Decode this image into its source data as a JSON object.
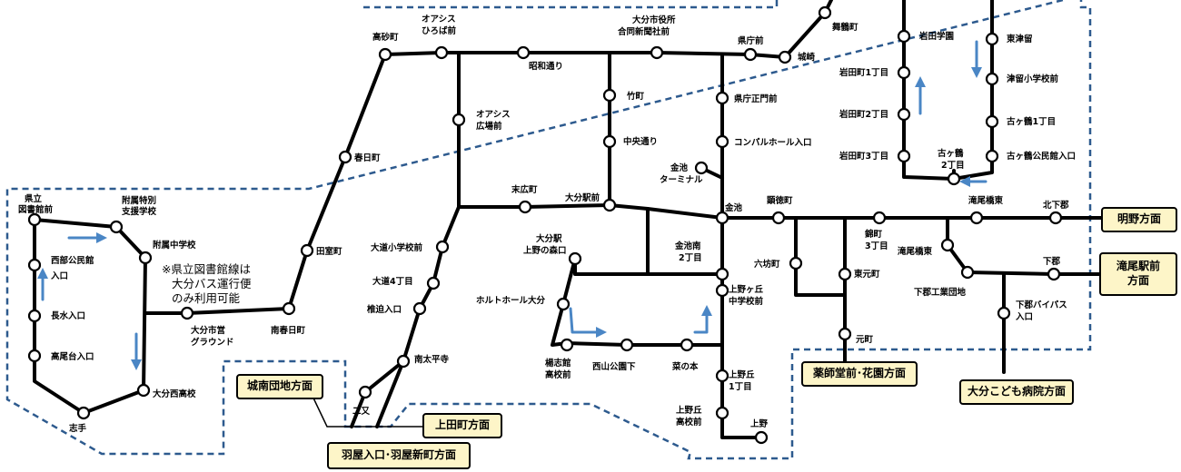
{
  "note_lines": [
    "※県立図書館線は",
    "大分バス運行便",
    "のみ利用可能"
  ],
  "stops": {
    "kenritsu": [
      "県立",
      "図書館前"
    ],
    "fuzoku_tokubetsu": [
      "附属特別",
      "支援学校"
    ],
    "seibu": [
      "西部公民館",
      "入口"
    ],
    "fuzoku_chu": "附属中学校",
    "nagamizu": "長水入口",
    "takaodai": "高尾台入口",
    "oita_nishi": "大分西高校",
    "shite": "志手",
    "shieigrd": [
      "大分市営",
      "グラウンド"
    ],
    "minamikasuga": "南春日町",
    "tamuro": "田室町",
    "kasuga": "春日町",
    "takasago": "高砂町",
    "oasis_hiroba": [
      "オアシス",
      "ひろば前"
    ],
    "showa": "昭和通り",
    "shiyakusho": [
      "大分市役所",
      "合同新聞社前"
    ],
    "kencho": "県庁前",
    "shirosaki": "城崎",
    "maizuru": "舞鶴町",
    "oasis_hiroba2": [
      "オアシス",
      "広場前"
    ],
    "takemachi": "竹町",
    "chuo": "中央通り",
    "kencho_seimon": "県庁正門前",
    "compal": "コンパルホール入口",
    "kanaike_term": [
      "金池",
      "ターミナル"
    ],
    "suehiro": "末広町",
    "oita_eki": "大分駅前",
    "kanaike": "金池",
    "kentoku": "顕徳町",
    "nishiki": [
      "錦町",
      "3丁目"
    ],
    "takio_higashi": "滝尾橋東",
    "kitashimogori": "北下郡",
    "daido_sho": "大道小学校前",
    "daido4": "大道4丁目",
    "shiisako": "椎迫入口",
    "minami_taheiji": "南太平寺",
    "futamata": "二又",
    "ueno_mori": [
      "大分駅",
      "上野の森口"
    ],
    "horuto": "ホルトホール大分",
    "yoshikan": [
      "楊志館",
      "高校前"
    ],
    "nishiyama": "西山公園下",
    "nanohon": "菜の本",
    "kanaike_minami": [
      "金池南",
      "2丁目"
    ],
    "uenogaoka_chu": [
      "上野ヶ丘",
      "中学校前"
    ],
    "uenooka1": [
      "上野丘",
      "1丁目"
    ],
    "uenooka_hs": [
      "上野丘",
      "高校前"
    ],
    "ueno": "上野",
    "rokubo": "六坊町",
    "higashimoto": "東元町",
    "motomachi": "元町",
    "takio_bashi": "滝尾橋東",
    "shimogori_ind": "下郡工業団地",
    "shimogori": "下郡",
    "shimogori_bp": [
      "下郡バイパス",
      "入口"
    ],
    "iwata_gakuen": "岩田学園",
    "iwata1": "岩田町1丁目",
    "iwata2": "岩田町2丁目",
    "iwata3": "岩田町3丁目",
    "kogatsuru2": [
      "古ヶ鶴",
      "2丁目"
    ],
    "higashitsuru": "東津留",
    "tsuru_sho": "津留小学校前",
    "kogatsuru1": "古ヶ鶴1丁目",
    "kogatsuru_komin": "古ヶ鶴公民館入口"
  },
  "destinations": {
    "akeno": "明野方面",
    "takio_eki": "滝尾駅前\n方面",
    "yakushido": "薬師堂前･花園方面",
    "kodomo": "大分こども病院方面",
    "jonan": "城南団地方面",
    "ueda": "上田町方面",
    "haya": "羽屋入口･羽屋新町方面"
  },
  "colors": {
    "zone_border": "#2d5a8e",
    "arrow": "#4a86c5",
    "dest_bg": "#fdf5c8"
  }
}
